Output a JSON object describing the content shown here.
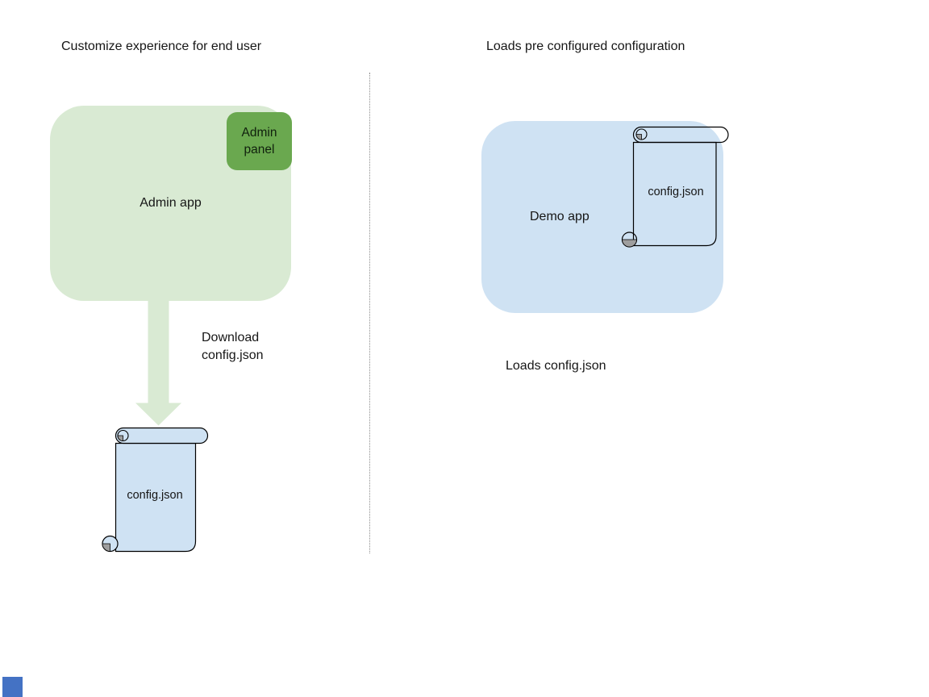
{
  "left": {
    "title": "Customize experience for end user",
    "admin_app_label": "Admin app",
    "admin_panel_label": "Admin panel",
    "download_label": "Download config.json",
    "scroll_label": "config.json"
  },
  "right": {
    "title": "Loads pre configured configuration",
    "demo_app_label": "Demo app",
    "scroll_label": "config.json",
    "caption": "Loads config.json"
  },
  "colors": {
    "admin_app_fill": "#d9ead3",
    "admin_panel_fill": "#6aa84f",
    "demo_app_fill": "#cfe2f3",
    "scroll_fill": "#cfe2f3",
    "arrow_fill": "#d9ead3",
    "outline": "#000000",
    "curl_gray": "#9e9e9e",
    "divider": "#8c8c8c",
    "corner_marker": "#4472c4",
    "text": "#161616"
  }
}
